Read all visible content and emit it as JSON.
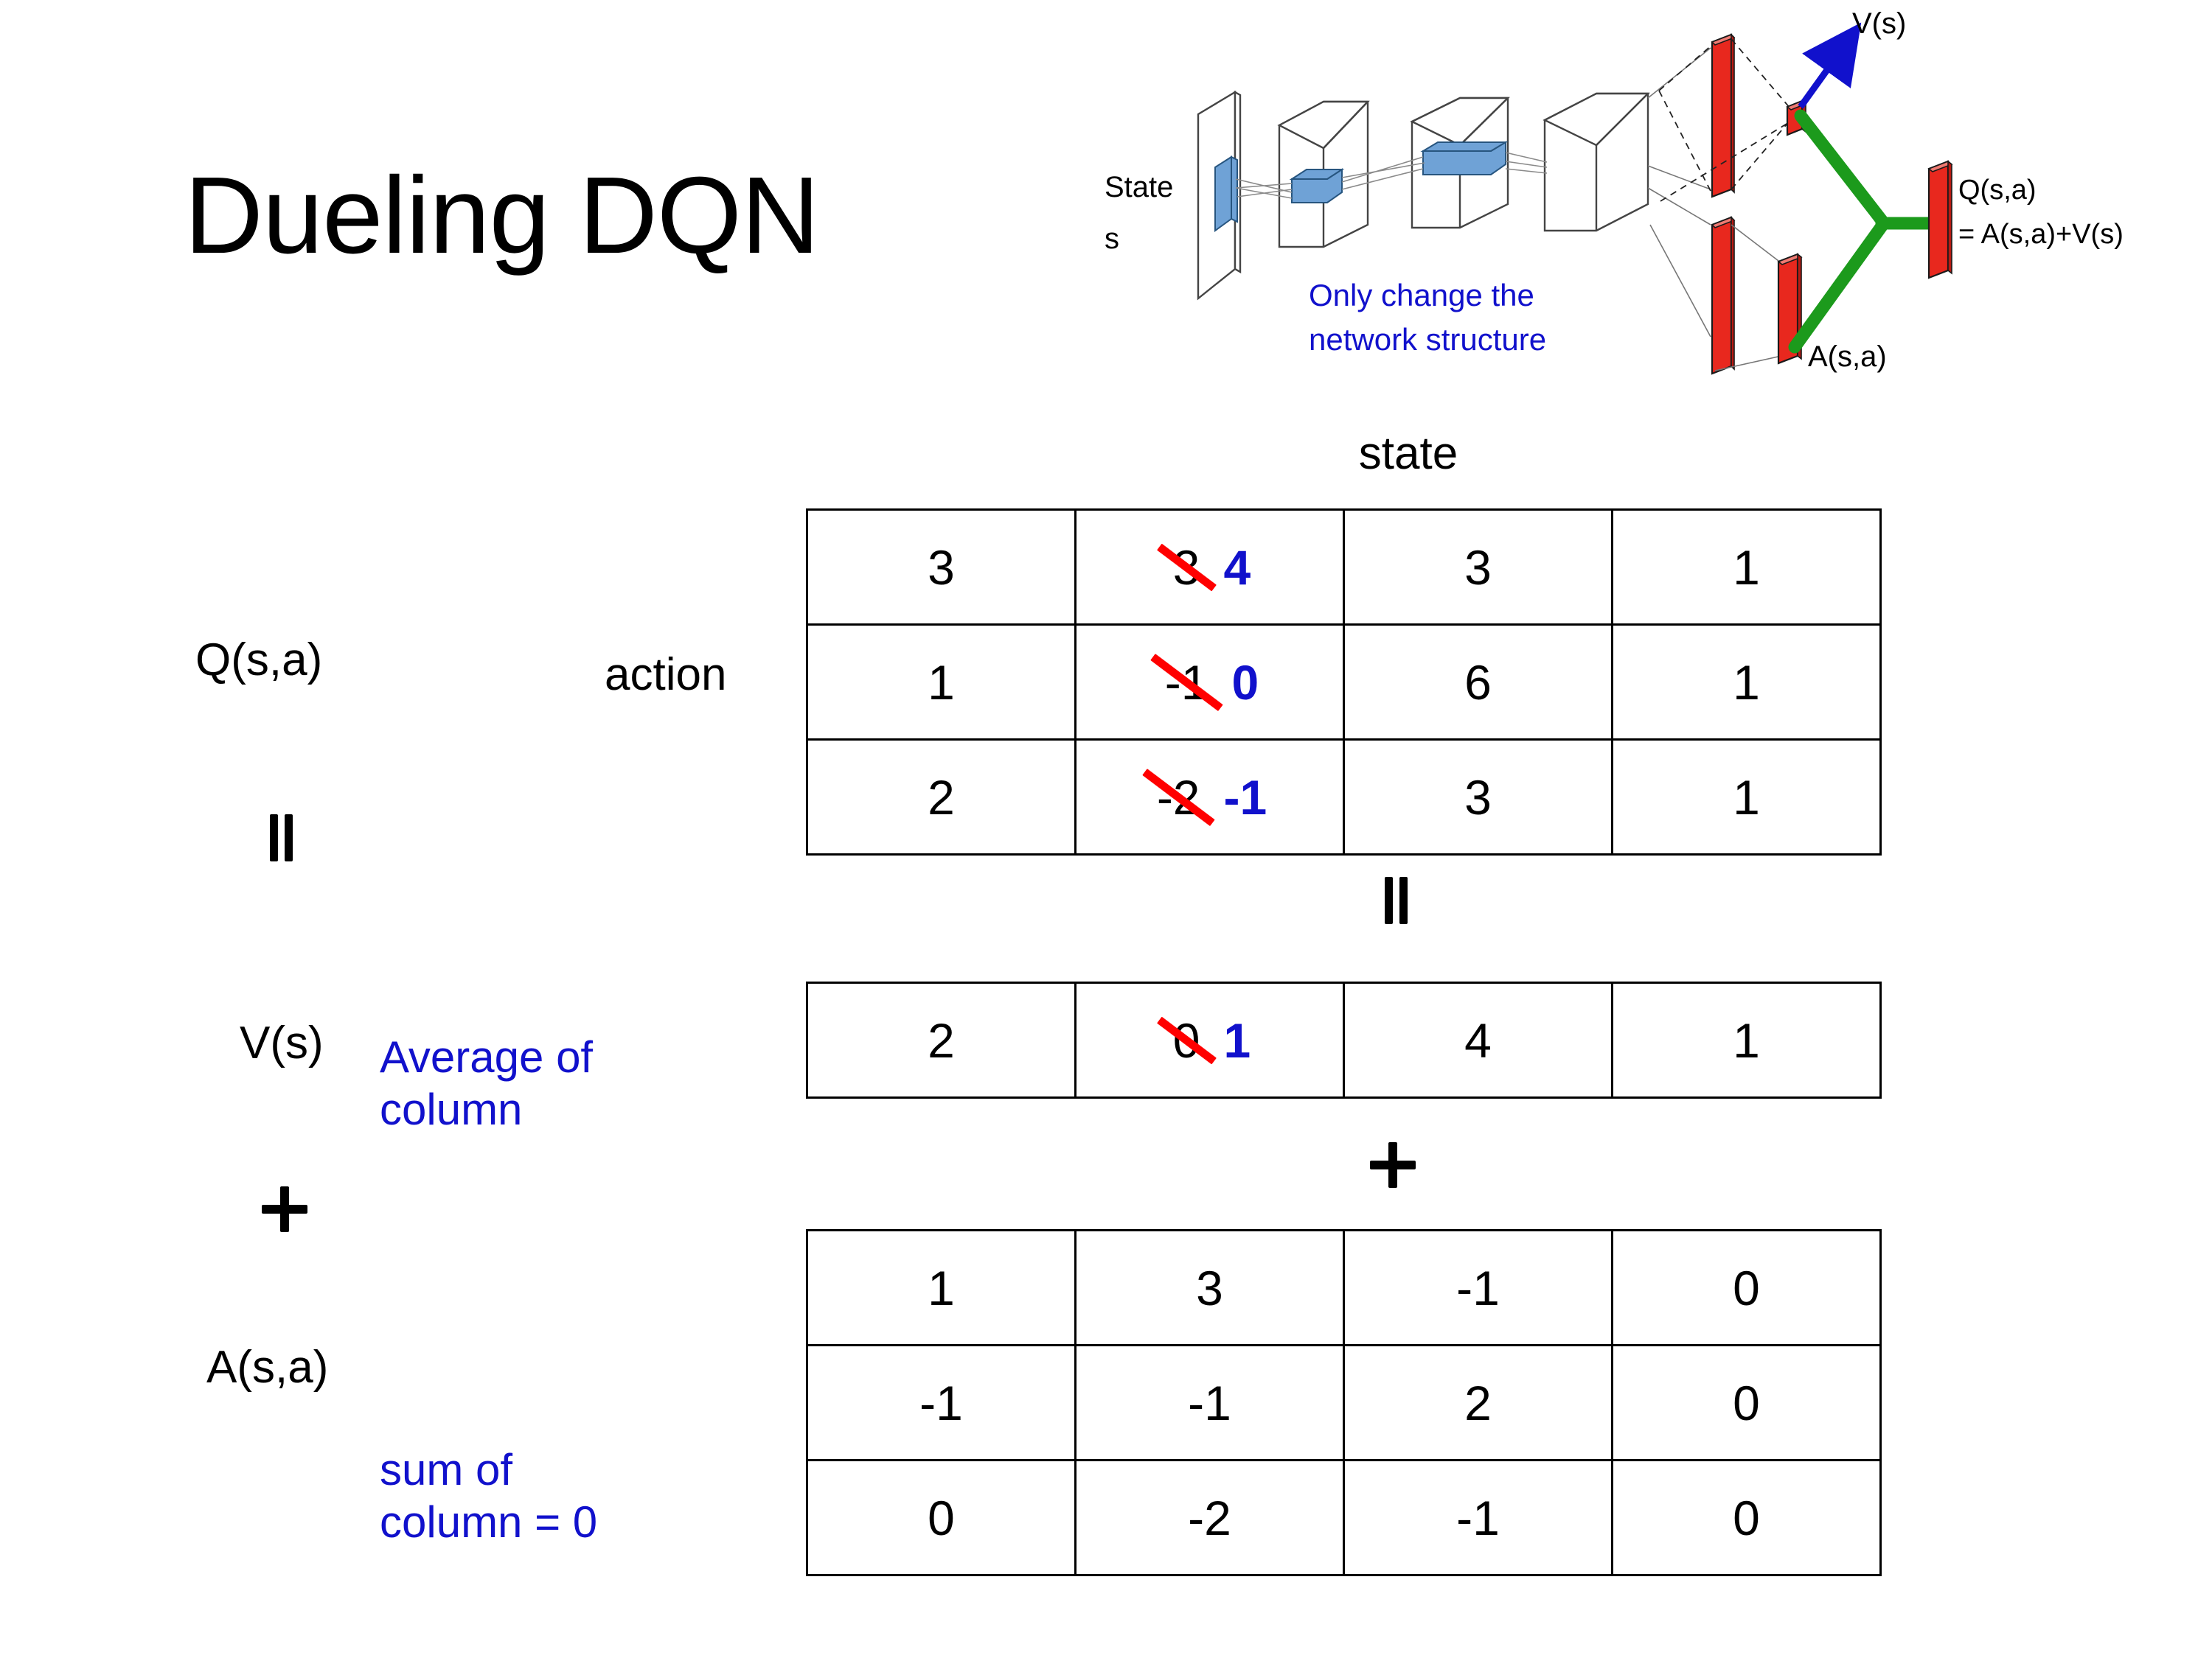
{
  "slide": {
    "title": "Dueling DQN"
  },
  "diagram": {
    "state_label_line1": "State",
    "state_label_line2": "s",
    "note": "Only change the\nnetwork structure",
    "note_line1": "Only change the",
    "note_line2": "network structure",
    "value_output_label": "V(s)",
    "advantage_output_label": "A(s,a)",
    "q_output_label_line1": "Q(s,a)",
    "q_output_label_line2": "= A(s,a)+V(s)",
    "colors": {
      "note_blue": "#1111CC",
      "arrow_blue": "#1111CC",
      "bar_red": "#E8281E",
      "combine_green": "#1C9A1C",
      "layer_blue": "#6699CC"
    }
  },
  "axes": {
    "state_header": "state",
    "action_label": "action"
  },
  "labels": {
    "q_label": "Q(s,a)",
    "v_label": "V(s)",
    "a_label": "A(s,a)",
    "equals_left": "=",
    "plus_left": "+",
    "equals_mid": "=",
    "plus_mid": "+"
  },
  "notes": {
    "average_line1": "Average of",
    "average_line2": "column",
    "sum_line1": "sum of",
    "sum_line2": "column = 0",
    "blue": "#1111CC",
    "strike_red": "#FF0000"
  },
  "chart_data": {
    "type": "table",
    "title": "Dueling DQN : Q(s,a) = V(s) + A(s,a)",
    "xlabel": "state",
    "ylabel": "action",
    "tables": [
      {
        "name": "Q(s,a)",
        "rows": [
          [
            "3",
            "3",
            "3",
            "1"
          ],
          [
            "1",
            "-1",
            "6",
            "1"
          ],
          [
            "2",
            "-2",
            "3",
            "1"
          ]
        ],
        "edits": [
          {
            "row": 0,
            "col": 1,
            "old": "3",
            "new": "4"
          },
          {
            "row": 1,
            "col": 1,
            "old": "-1",
            "new": "0"
          },
          {
            "row": 2,
            "col": 1,
            "old": "-2",
            "new": "-1"
          }
        ]
      },
      {
        "name": "V(s)",
        "rows": [
          [
            "2",
            "0",
            "4",
            "1"
          ]
        ],
        "edits": [
          {
            "row": 0,
            "col": 1,
            "old": "0",
            "new": "1"
          }
        ]
      },
      {
        "name": "A(s,a)",
        "rows": [
          [
            "1",
            "3",
            "-1",
            "0"
          ],
          [
            "-1",
            "-1",
            "2",
            "0"
          ],
          [
            "0",
            "-2",
            "-1",
            "0"
          ]
        ],
        "edits": []
      }
    ]
  }
}
